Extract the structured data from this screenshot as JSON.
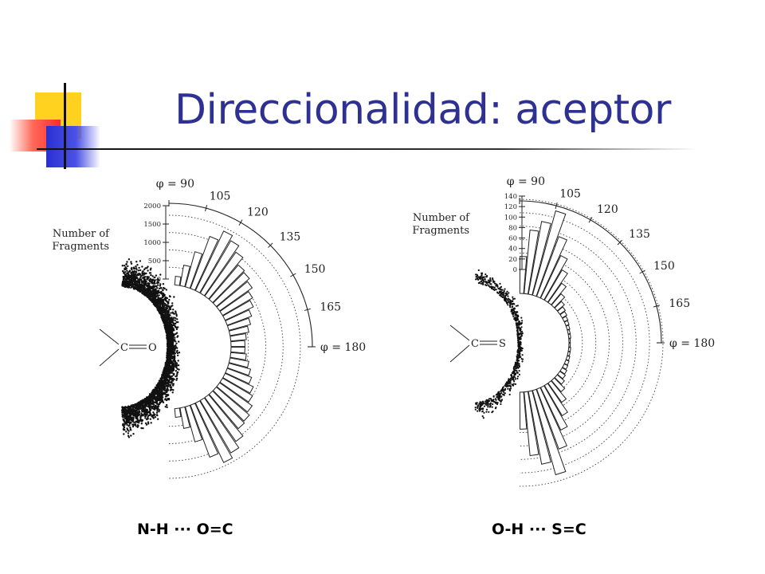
{
  "slide": {
    "title": "Direccionalidad: aceptor"
  },
  "chart_data": [
    {
      "type": "polar-histogram",
      "caption": "N-H ··· O=C",
      "axis_title": "Number of\nFragments",
      "angle_label_prefix": "φ = ",
      "angle_ticks": [
        90,
        105,
        120,
        135,
        150,
        165,
        180
      ],
      "radial_ticks": [
        0,
        500,
        1000,
        1500,
        2000
      ],
      "rlim": [
        0,
        2000
      ],
      "rings": [
        500,
        1000,
        1500,
        2000
      ],
      "molecule_atoms": [
        "C",
        "O"
      ],
      "bin_width_deg": 5,
      "bins_phi": [
        97.5,
        102.5,
        107.5,
        112.5,
        117.5,
        122.5,
        127.5,
        132.5,
        137.5,
        142.5,
        147.5,
        152.5,
        157.5,
        162.5,
        167.5,
        172.5,
        177.5
      ],
      "values": [
        250,
        600,
        1050,
        1600,
        1900,
        1750,
        1550,
        1300,
        1250,
        1150,
        1000,
        900,
        750,
        650,
        550,
        450,
        400
      ],
      "scatter": {
        "type": "scatter",
        "n_points": 3200,
        "spread": "wide crescent"
      }
    },
    {
      "type": "polar-histogram",
      "caption": "O-H ··· S=C",
      "axis_title": "Number of\nFragments",
      "angle_label_prefix": "φ = ",
      "angle_ticks": [
        90,
        105,
        120,
        135,
        150,
        165,
        180
      ],
      "radial_ticks": [
        0,
        20,
        40,
        60,
        80,
        100,
        120,
        140
      ],
      "rlim": [
        0,
        140
      ],
      "rings": [
        20,
        40,
        60,
        80,
        100,
        120,
        140
      ],
      "molecule_atoms": [
        "C",
        "S"
      ],
      "bin_width_deg": 5,
      "bins_phi": [
        92.5,
        97.5,
        102.5,
        107.5,
        112.5,
        117.5,
        122.5,
        127.5,
        132.5,
        137.5,
        142.5,
        147.5,
        152.5,
        157.5,
        162.5,
        167.5,
        172.5,
        177.5
      ],
      "values": [
        55,
        95,
        110,
        130,
        95,
        70,
        52,
        35,
        22,
        14,
        10,
        8,
        6,
        5,
        4,
        3,
        3,
        2
      ],
      "scatter": {
        "type": "scatter",
        "n_points": 700,
        "spread": "narrow crescent"
      }
    }
  ]
}
